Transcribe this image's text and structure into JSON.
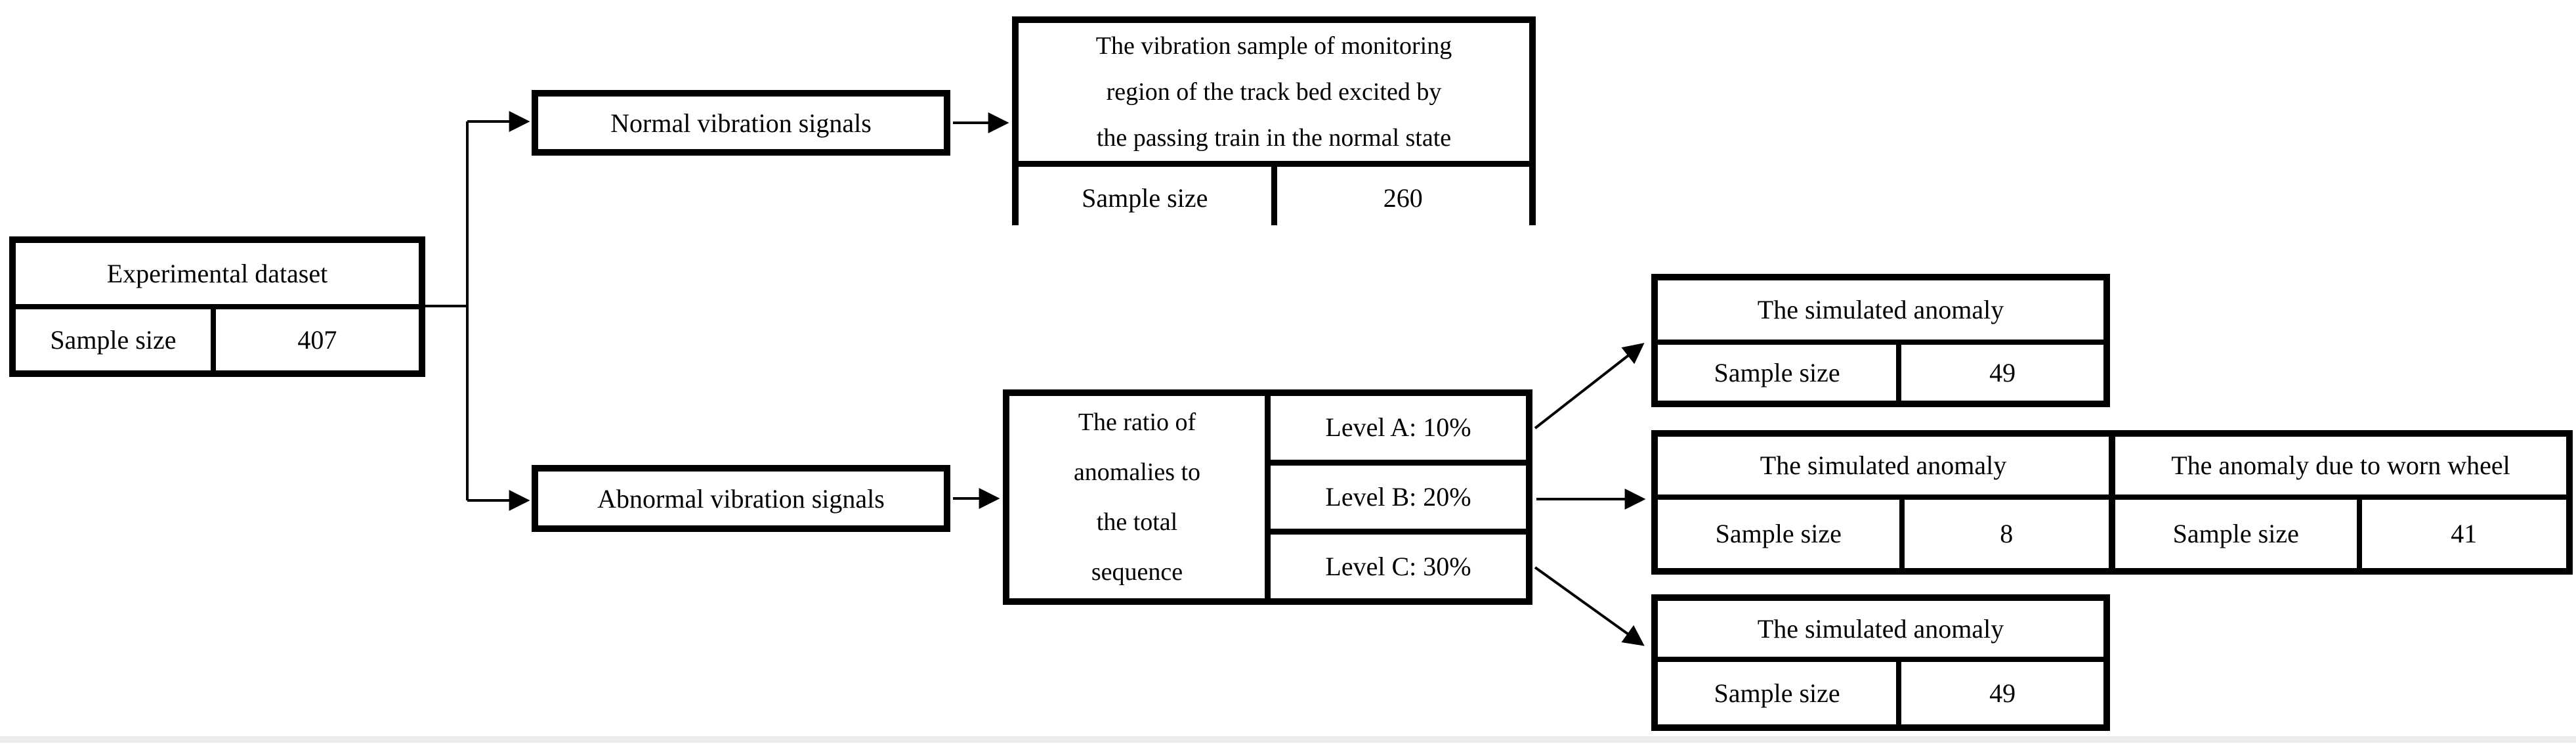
{
  "colors": {
    "ink": "#000000",
    "background": "#ffffff",
    "bottom_strip": "#ececec"
  },
  "root_box": {
    "title": "Experimental dataset",
    "sample_label": "Sample size",
    "sample_value": "407"
  },
  "normal_branch": {
    "label": "Normal vibration signals",
    "result": {
      "description_lines": [
        "The vibration sample of monitoring",
        "region of the track bed excited by",
        "the passing train in the normal state"
      ],
      "sample_label": "Sample size",
      "sample_value": "260"
    }
  },
  "abnormal_branch": {
    "label": "Abnormal vibration signals",
    "ratio_box": {
      "description_lines": [
        "The ratio of",
        "anomalies to",
        "the total",
        "sequence"
      ],
      "levels": [
        "Level A: 10%",
        "Level B: 20%",
        "Level C: 30%"
      ]
    },
    "level_a_result": {
      "title": "The simulated anomaly",
      "sample_label": "Sample size",
      "sample_value": "49"
    },
    "level_b_results": [
      {
        "title": "The simulated anomaly",
        "sample_label": "Sample size",
        "sample_value": "8"
      },
      {
        "title": "The anomaly due to worn wheel",
        "sample_label": "Sample size",
        "sample_value": "41"
      }
    ],
    "level_c_result": {
      "title": "The simulated anomaly",
      "sample_label": "Sample size",
      "sample_value": "49"
    }
  }
}
